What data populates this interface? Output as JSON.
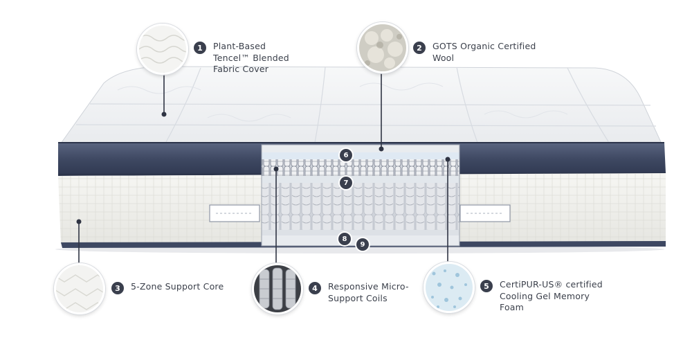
{
  "callouts": [
    {
      "number": "1",
      "lines": [
        "Plant-Based",
        "Tencel™ Blended",
        "Fabric Cover"
      ]
    },
    {
      "number": "2",
      "lines": [
        "GOTS Organic Certified",
        "Wool"
      ]
    },
    {
      "number": "3",
      "lines": [
        "5-Zone Support Core"
      ]
    },
    {
      "number": "4",
      "lines": [
        "Responsive Micro-",
        "Support Coils"
      ]
    },
    {
      "number": "5",
      "lines": [
        "CertiPUR-US® certified",
        "Cooling Gel Memory",
        "Foam"
      ]
    }
  ],
  "layer_tags": [
    "6",
    "7",
    "8",
    "9"
  ],
  "colors": {
    "badge": "#3a3f4d",
    "border_band": "#4a5570",
    "quilted_top": "#f4f5f7",
    "side_panel": "#f1f1ee",
    "cutaway_foam": "#dfe9f3"
  }
}
